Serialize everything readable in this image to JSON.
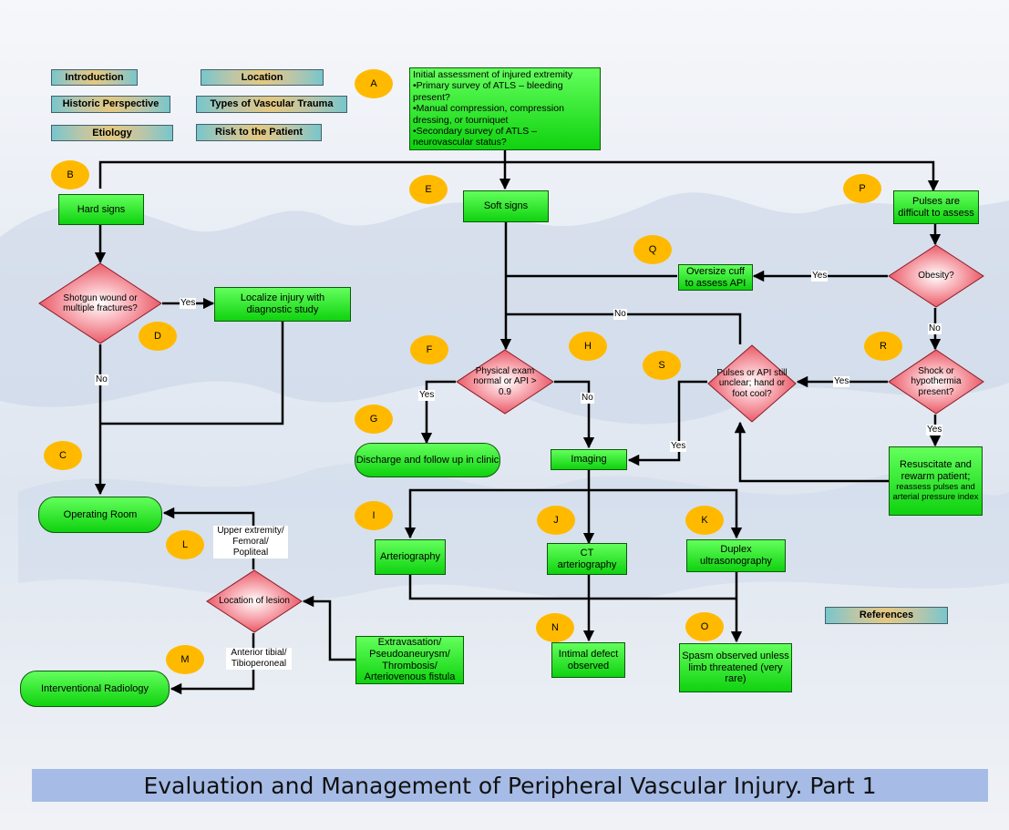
{
  "title": "Evaluation and Management of Peripheral Vascular Injury. Part 1",
  "nav": {
    "introduction": "Introduction",
    "location": "Location",
    "historic": "Historic Perspective",
    "types": "Types of Vascular Trauma",
    "etiology": "Etiology",
    "risk": "Risk to the Patient",
    "references": "References"
  },
  "badges": {
    "A": "A",
    "B": "B",
    "C": "C",
    "D": "D",
    "E": "E",
    "F": "F",
    "G": "G",
    "H": "H",
    "I": "I",
    "J": "J",
    "K": "K",
    "L": "L",
    "M": "M",
    "N": "N",
    "O": "O",
    "P": "P",
    "Q": "Q",
    "R": "R",
    "S": "S"
  },
  "nodes": {
    "initial_assessment": {
      "line1": "Initial assessment of injured extremity",
      "line2": "•Primary survey of ATLS – bleeding present?",
      "line3": "•Manual compression, compression dressing, or tourniquet",
      "line4": "•Secondary survey of ATLS – neurovascular status?"
    },
    "hard_signs": "Hard signs",
    "shotgun": "Shotgun wound or multiple fractures?",
    "localize": "Localize injury with diagnostic study",
    "operating_room": "Operating Room",
    "soft_signs": "Soft signs",
    "physical_exam": "Physical exam normal or API > 0.9",
    "discharge": "Discharge and follow up in clinic",
    "imaging": "Imaging",
    "arteriography": "Arteriography",
    "ct_arteriography": "CT arteriography",
    "duplex": "Duplex ultrasonography",
    "extravasation": "Extravasation/ Pseudoaneurysm/ Thrombosis/ Arteriovenous fistula",
    "intimal_defect": "Intimal defect observed",
    "spasm": "Spasm observed unless limb threatened (very rare)",
    "location_of_lesion": "Location of lesion",
    "interventional_radiology": "Interventional Radiology",
    "pulses_difficult": "Pulses are difficult to assess",
    "obesity": "Obesity?",
    "oversize_cuff": "Oversize cuff to assess API",
    "shock": "Shock or hypothermia present?",
    "pulses_unclear": "Pulses or API still unclear; hand or foot cool?",
    "resuscitate_main": "Resuscitate and rewarm patient;",
    "resuscitate_sub": "reassess pulses and arterial pressure index"
  },
  "edge_labels": {
    "yes_shotgun": "Yes",
    "no_shotgun": "No",
    "yes_exam": "Yes",
    "no_exam": "No",
    "yes_obesity": "Yes",
    "no_obesity": "No",
    "yes_shock": "Yes",
    "yes_shock_down": "Yes",
    "no_unclear": "No",
    "yes_unclear": "Yes",
    "upper": "Upper extremity/ Femoral/ Popliteal",
    "anterior": "Anterior tibial/ Tibioperoneal"
  },
  "colors": {
    "box_green": "#1ee81a",
    "diamond_red": "#f25a68",
    "badge_orange": "#ffba00",
    "title_bar": "#a6bce6"
  }
}
